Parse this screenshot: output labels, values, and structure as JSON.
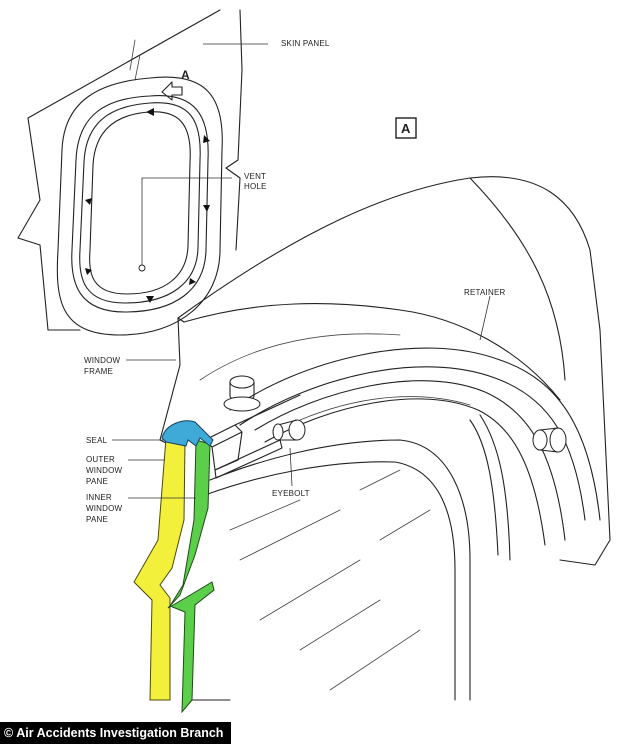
{
  "labels": {
    "skin_panel": "SKIN PANEL",
    "detail_marker": "A",
    "detail_box": "A",
    "vent_hole_1": "VENT",
    "vent_hole_2": "HOLE",
    "retainer": "RETAINER",
    "window_frame_1": "WINDOW",
    "window_frame_2": "FRAME",
    "seal": "SEAL",
    "outer_pane_1": "OUTER",
    "outer_pane_2": "WINDOW",
    "outer_pane_3": "PANE",
    "inner_pane_1": "INNER",
    "inner_pane_2": "WINDOW",
    "inner_pane_3": "PANE",
    "eyebolt": "EYEBOLT"
  },
  "footer": {
    "credit": "© Air Accidents Investigation Branch"
  },
  "colors": {
    "seal": "#3fa9d8",
    "outer_pane": "#f2f03a",
    "inner_pane": "#5ccf4a",
    "line": "#222222",
    "background": "#ffffff"
  }
}
